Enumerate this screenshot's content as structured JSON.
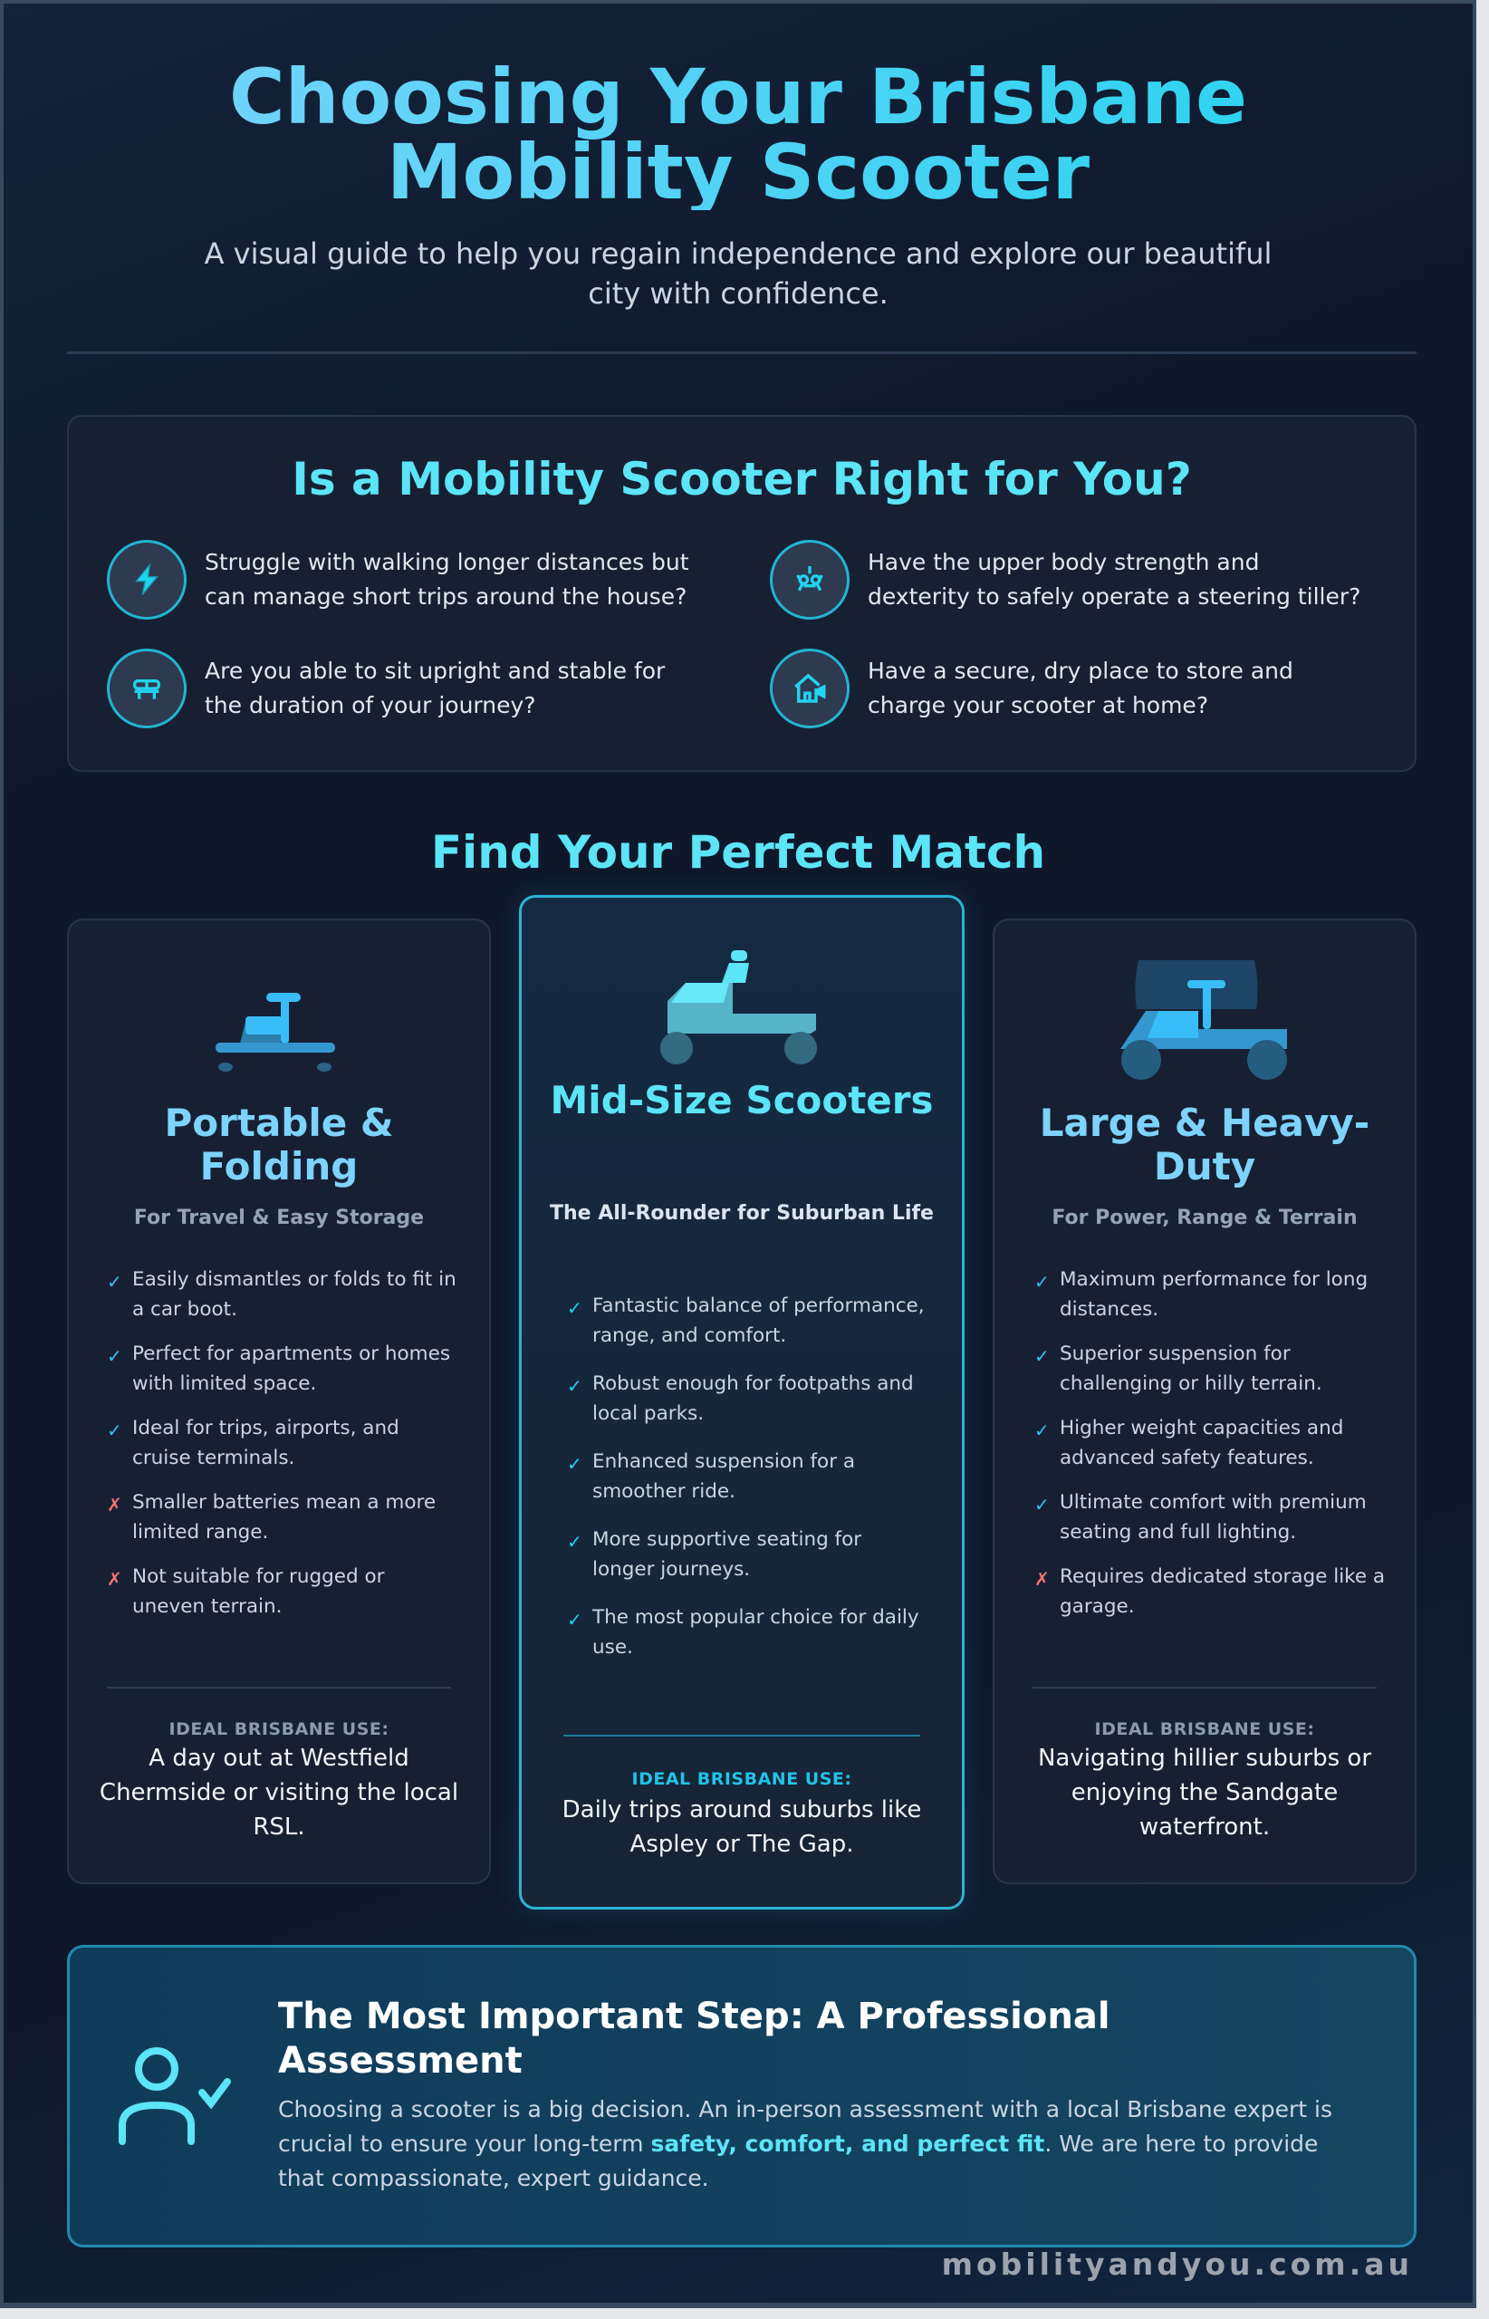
{
  "hero": {
    "title_line1": "Choosing Your Brisbane",
    "title_line2": "Mobility Scooter",
    "subtitle": "A visual guide to help you regain independence and explore our beautiful city with confidence."
  },
  "suitability": {
    "title": "Is a Mobility Scooter Right for You?",
    "items": [
      {
        "icon": "lightning-icon",
        "text": "Struggle with walking longer distances but can manage short trips around the house?"
      },
      {
        "icon": "steering-tiller-icon",
        "text": "Have the upper body strength and dexterity to safely operate a steering tiller?"
      },
      {
        "icon": "seat-icon",
        "text": "Are you able to sit upright and stable for the duration of your journey?"
      },
      {
        "icon": "home-garage-icon",
        "text": "Have a secure, dry place to store and charge your scooter at home?"
      }
    ]
  },
  "match": {
    "title": "Find Your Perfect Match",
    "cards": [
      {
        "icon": "portable-scooter-icon",
        "title": "Portable & Folding",
        "subtitle": "For Travel & Easy Storage",
        "points": [
          {
            "type": "pro",
            "mark": "✓",
            "text": "Easily dismantles or folds to fit in a car boot."
          },
          {
            "type": "pro",
            "mark": "✓",
            "text": "Perfect for apartments or homes with limited space."
          },
          {
            "type": "pro",
            "mark": "✓",
            "text": "Ideal for trips, airports, and cruise terminals."
          },
          {
            "type": "con",
            "mark": "✗",
            "text": "Smaller batteries mean a more limited range."
          },
          {
            "type": "con",
            "mark": "✗",
            "text": "Not suitable for rugged or uneven terrain."
          }
        ],
        "ideal_label": "IDEAL BRISBANE USE:",
        "ideal_text": "A day out at Westfield Chermside or visiting the local RSL."
      },
      {
        "icon": "mid-size-scooter-icon",
        "title": "Mid-Size Scooters",
        "subtitle": "The All-Rounder for Suburban Life",
        "featured": true,
        "points": [
          {
            "type": "pro",
            "mark": "✓",
            "text": "Fantastic balance of performance, range, and comfort."
          },
          {
            "type": "pro",
            "mark": "✓",
            "text": "Robust enough for footpaths and local parks."
          },
          {
            "type": "pro",
            "mark": "✓",
            "text": "Enhanced suspension for a smoother ride."
          },
          {
            "type": "pro",
            "mark": "✓",
            "text": "More supportive seating for longer journeys."
          },
          {
            "type": "pro",
            "mark": "✓",
            "text": "The most popular choice for daily use."
          }
        ],
        "ideal_label": "IDEAL BRISBANE USE:",
        "ideal_text": "Daily trips around suburbs like Aspley or The Gap."
      },
      {
        "icon": "heavy-duty-scooter-icon",
        "title": "Large & Heavy-Duty",
        "subtitle": "For Power, Range & Terrain",
        "points": [
          {
            "type": "pro",
            "mark": "✓",
            "text": "Maximum performance for long distances."
          },
          {
            "type": "pro",
            "mark": "✓",
            "text": "Superior suspension for challenging or hilly terrain."
          },
          {
            "type": "pro",
            "mark": "✓",
            "text": "Higher weight capacities and advanced safety features."
          },
          {
            "type": "pro",
            "mark": "✓",
            "text": "Ultimate comfort with premium seating and full lighting."
          },
          {
            "type": "con",
            "mark": "✗",
            "text": "Requires dedicated storage like a garage."
          }
        ],
        "ideal_label": "IDEAL BRISBANE USE:",
        "ideal_text": "Navigating hillier suburbs or enjoying the Sandgate waterfront."
      }
    ]
  },
  "assessment": {
    "icon": "user-check-icon",
    "title": "The Most Important Step: A Professional Assessment",
    "body_before": "Choosing a scooter is a big decision. An in-person assessment with a local Brisbane expert is crucial to ensure your long-term ",
    "body_highlight": "safety, comfort, and perfect fit",
    "body_after": ". We are here to provide that compassionate, expert guidance."
  },
  "footer": {
    "url": "mobilityandyou.com.au"
  },
  "colors": {
    "background": "#0f172a",
    "accent_cyan": "#22d3ee",
    "accent_sky": "#7dd3fc",
    "con_red": "#f87171",
    "panel": "#172033"
  }
}
